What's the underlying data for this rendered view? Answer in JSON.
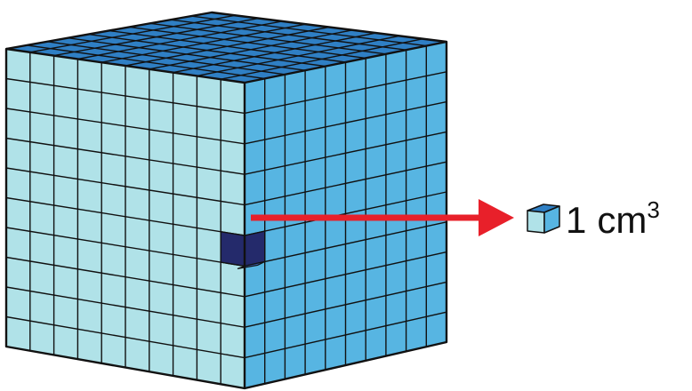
{
  "diagram": {
    "grid_divisions": 10,
    "unit_label": {
      "number": "1",
      "unit": "cm",
      "exponent": "3"
    },
    "colors": {
      "front_face": "#b0e2e8",
      "side_face": "#57b5e2",
      "top_face": "#2f7fc4",
      "cutout_dark": "#242a6b",
      "cutout_top": "#3a5fb0",
      "arrow": "#e8202a",
      "grid_line": "#111111"
    }
  }
}
